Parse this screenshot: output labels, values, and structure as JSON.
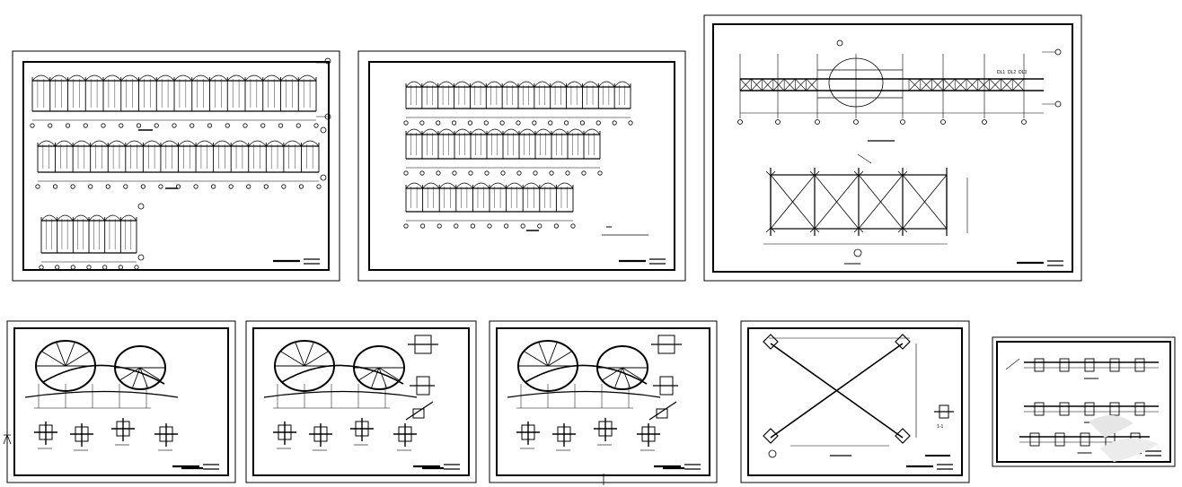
{
  "sheets": [
    {
      "id": "sheet-1",
      "kind": "elevation-rows",
      "title_block": ""
    },
    {
      "id": "sheet-2",
      "kind": "elevation-rows",
      "title_block": ""
    },
    {
      "id": "sheet-3",
      "kind": "truss-plan",
      "title_block": "",
      "labels": {
        "bracing_top": "DL1",
        "bracing_mid": "DL2",
        "bracing_end": "DL3"
      }
    },
    {
      "id": "sheet-4",
      "kind": "arch-details",
      "title_block": ""
    },
    {
      "id": "sheet-5",
      "kind": "arch-details",
      "title_block": ""
    },
    {
      "id": "sheet-6",
      "kind": "arch-details",
      "title_block": ""
    },
    {
      "id": "sheet-7",
      "kind": "x-bracing",
      "title_block": "",
      "section_label": "1-1"
    },
    {
      "id": "sheet-8",
      "kind": "connection-details",
      "title_block": ""
    }
  ],
  "colors": {
    "line": "#000000",
    "background": "#ffffff",
    "watermark": "#e6e6e6"
  }
}
